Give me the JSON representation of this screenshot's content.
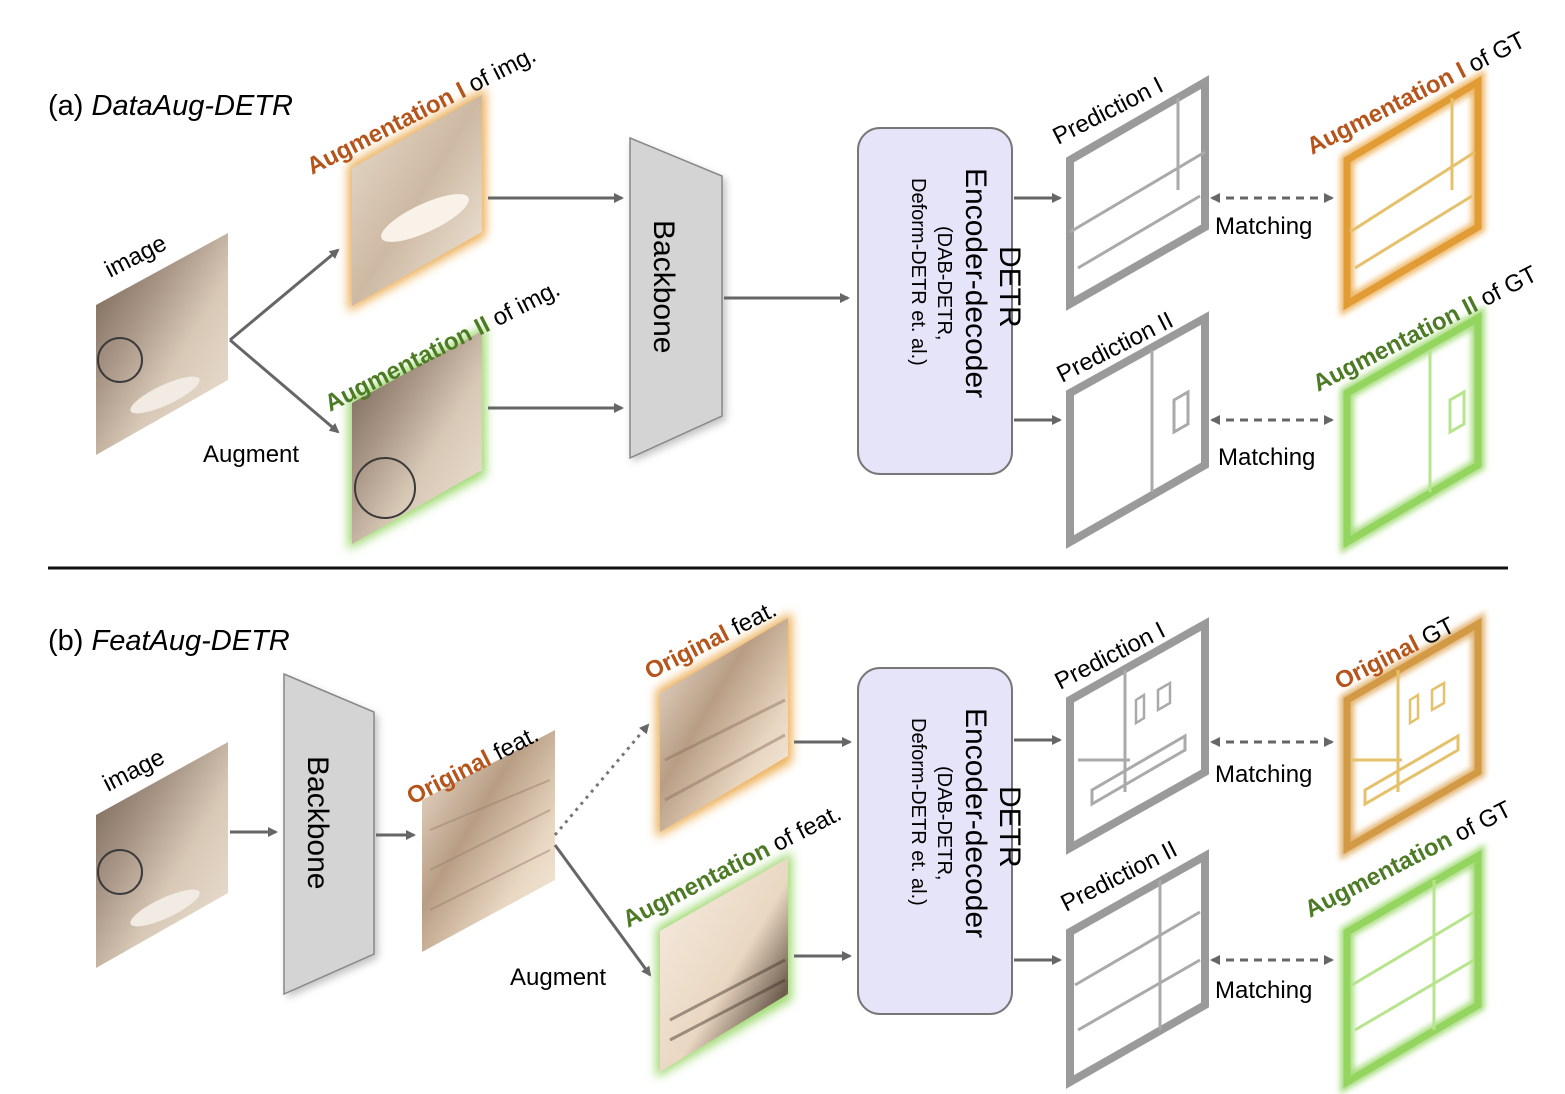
{
  "section_a": {
    "prefix": "(a) ",
    "name": "DataAug-DETR",
    "image_label": "image",
    "augment_label": "Augment",
    "aug1_highlight": "Augmentation I",
    "aug1_suffix": " of img.",
    "aug2_highlight": "Augmentation II",
    "aug2_suffix": " of img.",
    "backbone_label": "Backbone",
    "detr_line1": "DETR",
    "detr_line2": "Encoder-decoder",
    "detr_line3": "(DAB-DETR,",
    "detr_line4": "Deform-DETR et. al.)",
    "pred1_label": "Prediction I",
    "pred2_label": "Prediction II",
    "matching1": "Matching",
    "matching2": "Matching",
    "gt1_highlight": "Augmentation I",
    "gt1_suffix": " of GT",
    "gt2_highlight": "Augmentation II",
    "gt2_suffix": " of GT"
  },
  "section_b": {
    "prefix": "(b) ",
    "name": "FeatAug-DETR",
    "image_label": "image",
    "backbone_label": "Backbone",
    "feat_highlight": "Original",
    "feat_suffix": " feat.",
    "orig_feat_highlight": "Original",
    "orig_feat_suffix": " feat.",
    "aug_feat_highlight": "Augmentation",
    "aug_feat_suffix": " of feat.",
    "augment_label": "Augment",
    "detr_line1": "DETR",
    "detr_line2": "Encoder-decoder",
    "detr_line3": "(DAB-DETR,",
    "detr_line4": "Deform-DETR et. al.)",
    "pred1_label": "Prediction I",
    "pred2_label": "Prediction II",
    "matching1": "Matching",
    "matching2": "Matching",
    "gt1_highlight": "Original",
    "gt1_suffix": " GT",
    "gt2_highlight": "Augmentation",
    "gt2_suffix": " of GT"
  },
  "colors": {
    "orange": "#b5541b",
    "green": "#4c7a25",
    "orange_glow": "#e9a23b",
    "green_glow": "#8fd35a",
    "detr_box_fill": "#e6e4f8",
    "backbone_fill": "#d4d4d4",
    "frame_gray": "#9a9a9a"
  }
}
